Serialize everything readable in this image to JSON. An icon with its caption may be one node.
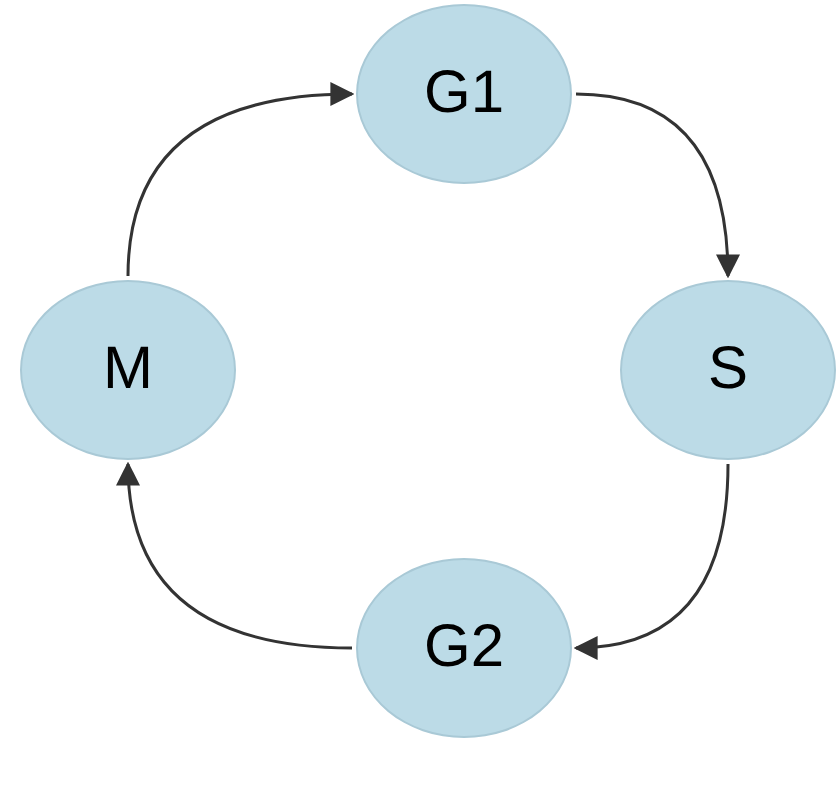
{
  "diagram": {
    "nodes": [
      {
        "text": [
          "G1"
        ]
      },
      {
        "text": [
          "S"
        ]
      },
      {
        "text": [
          "G2"
        ]
      },
      {
        "text": [
          "M"
        ]
      }
    ],
    "edges": [
      {
        "from": 0,
        "to": 1,
        "arrow": "to"
      },
      {
        "from": 1,
        "to": 2,
        "arrow": "to"
      },
      {
        "from": 2,
        "to": 3,
        "arrow": "to"
      },
      {
        "from": 3,
        "to": 0,
        "arrow": "to"
      }
    ]
  }
}
